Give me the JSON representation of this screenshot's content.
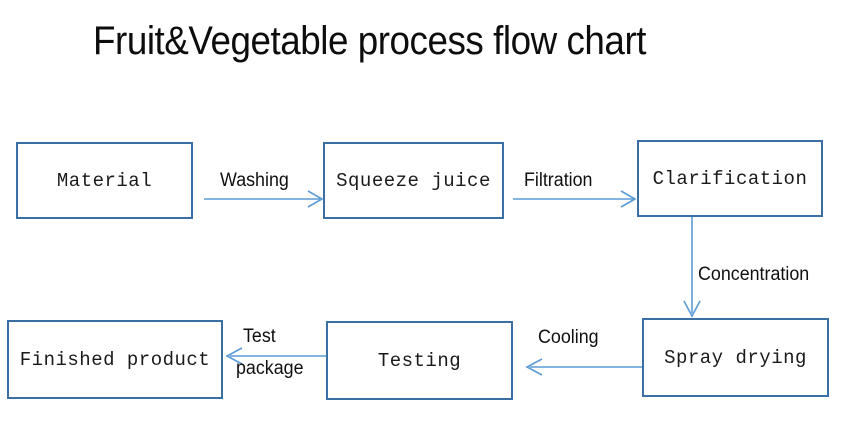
{
  "title": "Fruit&Vegetable process flow chart",
  "colors": {
    "node_border": "#3a6fa5",
    "connector": "#5b9bd5",
    "text": "#1a1a1a",
    "background": "#ffffff"
  },
  "nodes": [
    {
      "id": "material",
      "label": "Material"
    },
    {
      "id": "squeeze",
      "label": "Squeeze juice"
    },
    {
      "id": "clarify",
      "label": "Clarification"
    },
    {
      "id": "spray",
      "label": "Spray drying"
    },
    {
      "id": "testing",
      "label": "Testing"
    },
    {
      "id": "finished",
      "label": "Finished product"
    }
  ],
  "edges": [
    {
      "id": "washing",
      "label": "Washing",
      "from": "material",
      "to": "squeeze",
      "direction": "right"
    },
    {
      "id": "filtration",
      "label": "Filtration",
      "from": "squeeze",
      "to": "clarify",
      "direction": "right"
    },
    {
      "id": "concentration",
      "label": "Concentration",
      "from": "clarify",
      "to": "spray",
      "direction": "down"
    },
    {
      "id": "cooling",
      "label": "Cooling",
      "from": "spray",
      "to": "testing",
      "direction": "left"
    },
    {
      "id": "test-package",
      "label_line1": "Test",
      "label_line2": "package",
      "from": "testing",
      "to": "finished",
      "direction": "left"
    }
  ]
}
